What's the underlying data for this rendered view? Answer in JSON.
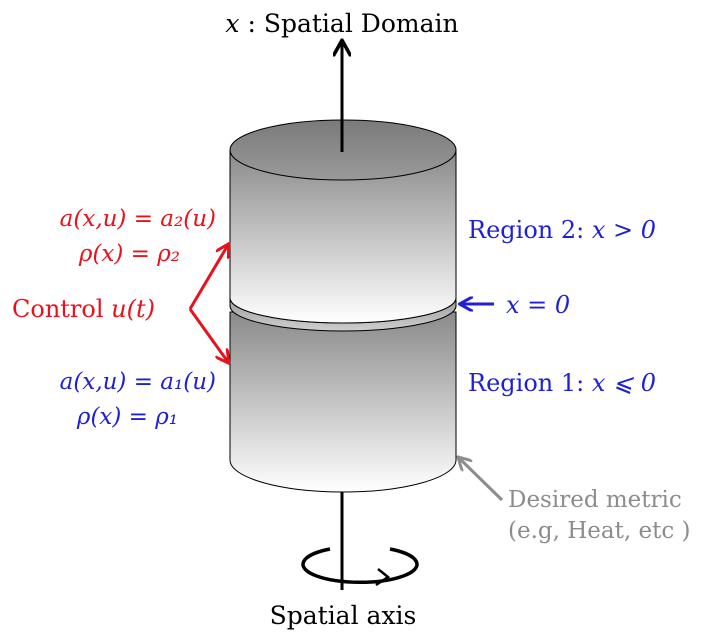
{
  "top_label": {
    "var": "x",
    "text": " : Spatial Domain"
  },
  "bottom_label": "Spatial axis",
  "region2": {
    "prefix": "Region 2: ",
    "math": "x > 0",
    "color": "#1f1fd6"
  },
  "region1": {
    "prefix": "Region 1: ",
    "math": "x ⩽ 0",
    "color": "#1f1fd6"
  },
  "boundary": {
    "math": "x = 0",
    "color": "#1f1fd6"
  },
  "upper_params": {
    "line1": "a(x,u) = a₂(u)",
    "line2": "ρ(x) = ρ₂",
    "color": "#e8111c"
  },
  "lower_params": {
    "line1": "a(x,u) = a₁(u)",
    "line2": "ρ(x) = ρ₁",
    "color": "#1f1fd6"
  },
  "control": {
    "prefix": "Control ",
    "math": "u(t)",
    "color": "#e8111c"
  },
  "desired_metric": {
    "line1": "Desired metric",
    "line2": "(e.g, Heat, etc )",
    "color": "#8c8c8c"
  }
}
